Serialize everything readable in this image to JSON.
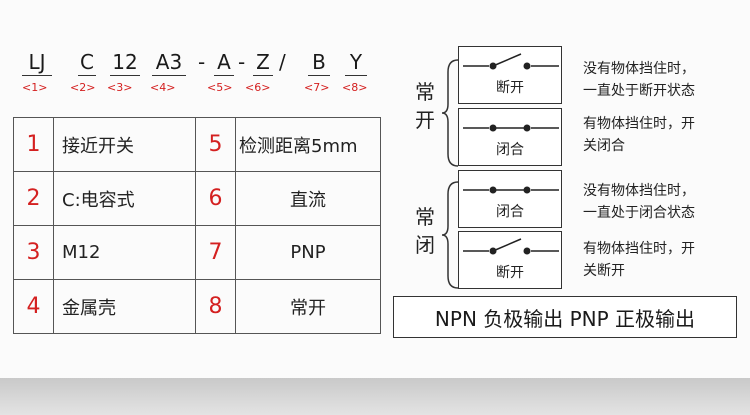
{
  "model_code": {
    "parts": [
      "LJ",
      "C",
      "12",
      "A3",
      "-",
      "A",
      "-",
      "Z",
      "/",
      "B",
      "Y"
    ],
    "indices": [
      "<1>",
      "<2>",
      "<3>",
      "<4>",
      "<5>",
      "<6>",
      "<7>",
      "<8>"
    ]
  },
  "spec_table": {
    "rows": [
      {
        "n1": "1",
        "v1": "接近开关",
        "n2": "5",
        "v2": "检测距离5mm"
      },
      {
        "n1": "2",
        "v1": "C:电容式",
        "n2": "6",
        "v2": "直流"
      },
      {
        "n1": "3",
        "v1": "M12",
        "n2": "7",
        "v2": "PNP"
      },
      {
        "n1": "4",
        "v1": "金属壳",
        "n2": "8",
        "v2": "常开"
      }
    ]
  },
  "switch_diagram": {
    "normally_open": {
      "label_line1": "常",
      "label_line2": "开",
      "no_object": {
        "contact": "断开",
        "desc_line1": "没有物体挡住时，",
        "desc_line2": "一直处于断开状态"
      },
      "object": {
        "contact": "闭合",
        "desc_line1": "有物体挡住时，开",
        "desc_line2": "关闭合"
      }
    },
    "normally_closed": {
      "label_line1": "常",
      "label_line2": "闭",
      "no_object": {
        "contact": "闭合",
        "desc_line1": "没有物体挡住时，",
        "desc_line2": "一直处于闭合状态"
      },
      "object": {
        "contact": "断开",
        "desc_line1": "有物体挡住时，开",
        "desc_line2": "关断开"
      }
    },
    "output_note": "NPN 负极输出  PNP 正极输出"
  },
  "colors": {
    "accent": "#d42020",
    "line": "#333333",
    "panel": "#fbfbfb"
  }
}
